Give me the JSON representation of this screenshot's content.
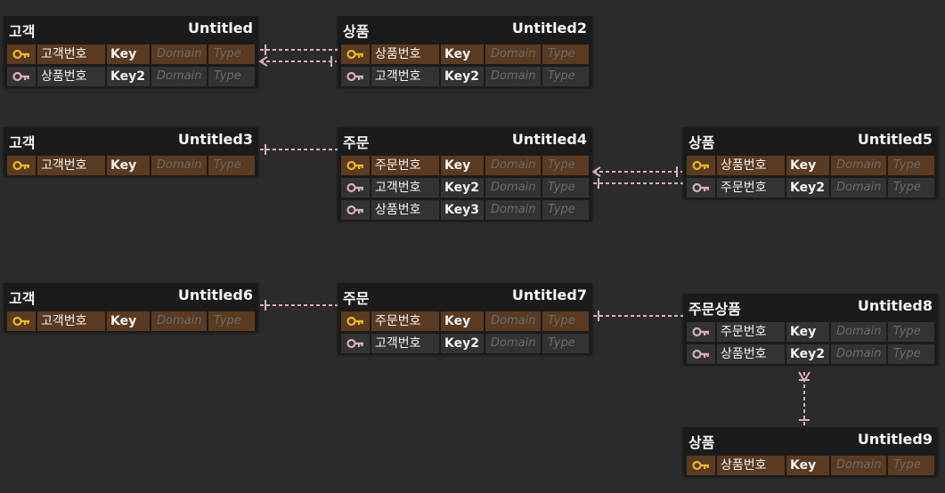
{
  "colors": {
    "background": "#2b2b2b",
    "table": "#1b1b1b",
    "pk_row": "#5a3a20",
    "fk_row": "#333333",
    "pk_key_icon": "#e8b81f",
    "fk_key_icon": "#d9aebc",
    "relation_line": "#d9aebc"
  },
  "icons": {
    "primary_key": "key-icon",
    "foreign_key": "key-icon"
  },
  "tables": [
    {
      "name": "고객",
      "physical": "Untitled",
      "rows": [
        {
          "kind": "pk",
          "name": "고객번호",
          "key": "Key",
          "domain": "Domain",
          "type": "Type"
        },
        {
          "kind": "fk",
          "name": "상품번호",
          "key": "Key2",
          "domain": "Domain",
          "type": "Type"
        }
      ]
    },
    {
      "name": "상품",
      "physical": "Untitled2",
      "rows": [
        {
          "kind": "pk",
          "name": "상품번호",
          "key": "Key",
          "domain": "Domain",
          "type": "Type"
        },
        {
          "kind": "fk",
          "name": "고객번호",
          "key": "Key2",
          "domain": "Domain",
          "type": "Type"
        }
      ]
    },
    {
      "name": "고객",
      "physical": "Untitled3",
      "rows": [
        {
          "kind": "pk",
          "name": "고객번호",
          "key": "Key",
          "domain": "Domain",
          "type": "Type"
        }
      ]
    },
    {
      "name": "주문",
      "physical": "Untitled4",
      "rows": [
        {
          "kind": "pk",
          "name": "주문번호",
          "key": "Key",
          "domain": "Domain",
          "type": "Type"
        },
        {
          "kind": "fk",
          "name": "고객번호",
          "key": "Key2",
          "domain": "Domain",
          "type": "Type"
        },
        {
          "kind": "fk",
          "name": "상품번호",
          "key": "Key3",
          "domain": "Domain",
          "type": "Type"
        }
      ]
    },
    {
      "name": "상품",
      "physical": "Untitled5",
      "rows": [
        {
          "kind": "pk",
          "name": "상품번호",
          "key": "Key",
          "domain": "Domain",
          "type": "Type"
        },
        {
          "kind": "fk",
          "name": "주문번호",
          "key": "Key2",
          "domain": "Domain",
          "type": "Type"
        }
      ]
    },
    {
      "name": "고객",
      "physical": "Untitled6",
      "rows": [
        {
          "kind": "pk",
          "name": "고객번호",
          "key": "Key",
          "domain": "Domain",
          "type": "Type"
        }
      ]
    },
    {
      "name": "주문",
      "physical": "Untitled7",
      "rows": [
        {
          "kind": "pk",
          "name": "주문번호",
          "key": "Key",
          "domain": "Domain",
          "type": "Type"
        },
        {
          "kind": "fk",
          "name": "고객번호",
          "key": "Key2",
          "domain": "Domain",
          "type": "Type"
        }
      ]
    },
    {
      "name": "주문상품",
      "physical": "Untitled8",
      "rows": [
        {
          "kind": "fk",
          "name": "주문번호",
          "key": "Key",
          "domain": "Domain",
          "type": "Type"
        },
        {
          "kind": "fk",
          "name": "상품번호",
          "key": "Key2",
          "domain": "Domain",
          "type": "Type"
        }
      ]
    },
    {
      "name": "상품",
      "physical": "Untitled9",
      "rows": [
        {
          "kind": "pk",
          "name": "상품번호",
          "key": "Key",
          "domain": "Domain",
          "type": "Type"
        }
      ]
    }
  ],
  "relations": [
    {
      "from": "Untitled",
      "to": "Untitled2",
      "from_end": "one",
      "to_end": "many"
    },
    {
      "from": "Untitled",
      "to": "Untitled2",
      "from_end": "many",
      "to_end": "one"
    },
    {
      "from": "Untitled3",
      "to": "Untitled4",
      "from_end": "one",
      "to_end": "many"
    },
    {
      "from": "Untitled4",
      "to": "Untitled5",
      "from_end": "many",
      "to_end": "one"
    },
    {
      "from": "Untitled4",
      "to": "Untitled5",
      "from_end": "one",
      "to_end": "many"
    },
    {
      "from": "Untitled6",
      "to": "Untitled7",
      "from_end": "one",
      "to_end": "many"
    },
    {
      "from": "Untitled7",
      "to": "Untitled8",
      "from_end": "one",
      "to_end": "many"
    },
    {
      "from": "Untitled8",
      "to": "Untitled9",
      "from_end": "many",
      "to_end": "one"
    }
  ]
}
